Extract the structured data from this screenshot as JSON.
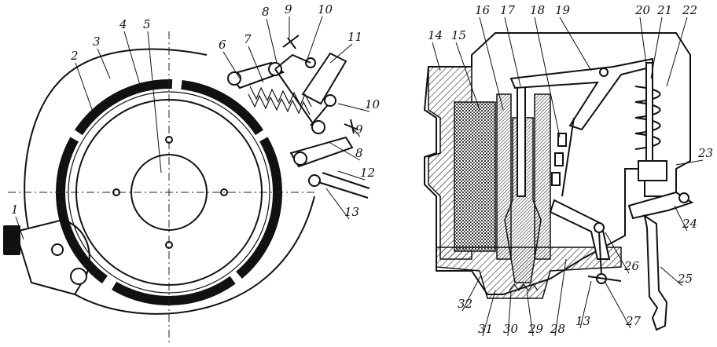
{
  "colors": {
    "ink": "#111111",
    "paper": "#ffffff",
    "hatch": "#333333"
  },
  "left_view": {
    "labels": [
      "1",
      "2",
      "3",
      "4",
      "5",
      "6",
      "7",
      "8",
      "9",
      "10",
      "11",
      "10",
      "9",
      "8",
      "12",
      "13"
    ]
  },
  "right_view": {
    "labels": [
      "14",
      "15",
      "16",
      "17",
      "18",
      "19",
      "20",
      "21",
      "22",
      "23",
      "24",
      "25",
      "26",
      "27",
      "13",
      "28",
      "29",
      "30",
      "31",
      "32"
    ]
  }
}
